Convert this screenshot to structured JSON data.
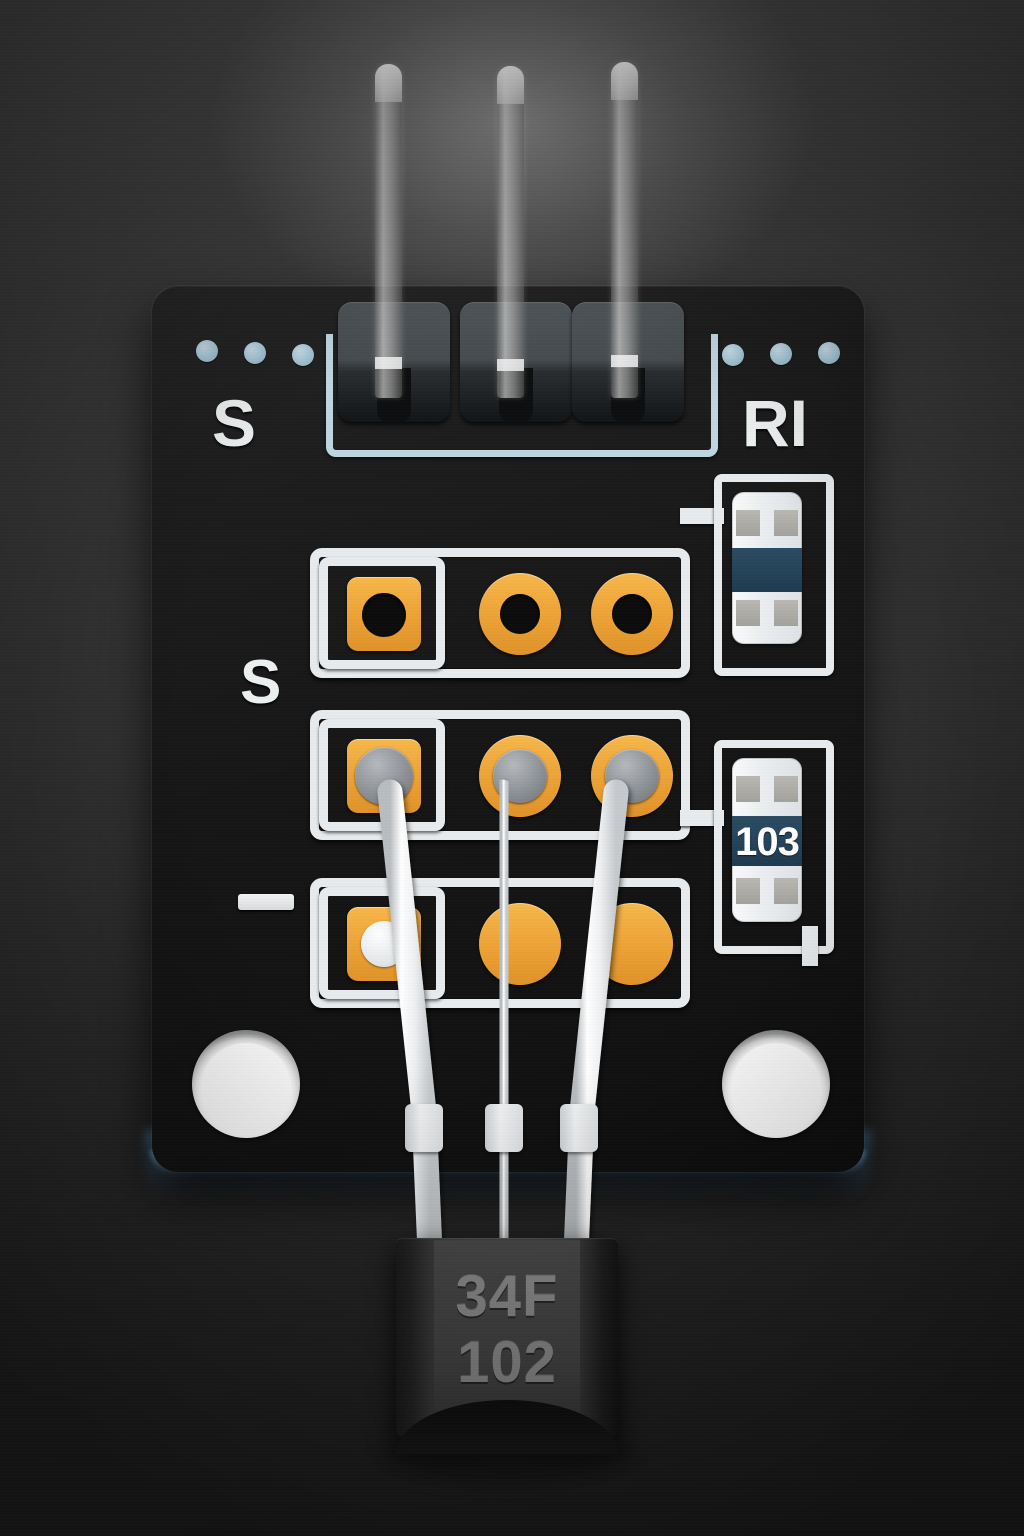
{
  "scene": {
    "title": "Arduino-style sensor breakout module with 3-pin header and TO-92 transistor",
    "background_color": "#333333",
    "glow_color": "#5c96c8"
  },
  "pcb": {
    "color": "#141414",
    "silkscreen_color": "#e9ecee",
    "pad_color": "#eda235",
    "labels": {
      "top_left": "S",
      "top_right": "RI",
      "row_left_signal": "S",
      "row_left_minus": "−"
    },
    "dot_groups": [
      {
        "name": "left-dots",
        "count": 3,
        "color": "#9dbfd0"
      },
      {
        "name": "right-dots",
        "count": 3,
        "color": "#9dbfd0"
      }
    ]
  },
  "header": {
    "pin_count": 3,
    "silk_outline_color": "#bfd6e2",
    "block_color": "#4a5053",
    "pin_color": "#b0b0b0"
  },
  "pad_rows": [
    {
      "name": "row-top-signal",
      "pads": [
        {
          "shape": "square",
          "hole": true,
          "filled": false,
          "soldered": false
        },
        {
          "shape": "round",
          "hole": true,
          "filled": false,
          "soldered": false
        },
        {
          "shape": "round",
          "hole": true,
          "filled": false,
          "soldered": false
        }
      ]
    },
    {
      "name": "row-middle-soldered",
      "pads": [
        {
          "shape": "square",
          "hole": false,
          "filled": true,
          "soldered": true
        },
        {
          "shape": "round",
          "hole": false,
          "filled": true,
          "soldered": true
        },
        {
          "shape": "round",
          "hole": false,
          "filled": true,
          "soldered": true
        }
      ]
    },
    {
      "name": "row-bottom-ground",
      "pads": [
        {
          "shape": "square",
          "hole": false,
          "filled": true,
          "soldered": false
        },
        {
          "shape": "round",
          "hole": false,
          "filled": true,
          "soldered": false
        },
        {
          "shape": "round",
          "hole": false,
          "filled": true,
          "soldered": false
        }
      ]
    }
  ],
  "smd_components": [
    {
      "name": "smd-top",
      "marking": "",
      "band_color": "#26465c",
      "body_color": "#eceff1",
      "has_band": true
    },
    {
      "name": "smd-resistor-103",
      "marking": "103",
      "band_color": "#26465c",
      "body_color": "#eceff1",
      "has_band": false
    }
  ],
  "mounting_holes": {
    "count": 2,
    "color": "#ffffff"
  },
  "transistor": {
    "name": "to92-transistor",
    "marking_line1": "34F",
    "marking_line2": "102",
    "body_color": "#3a3a3a",
    "text_color": "#8e8e8e",
    "lead_count": 3,
    "lead_color": "#eef0f2"
  }
}
